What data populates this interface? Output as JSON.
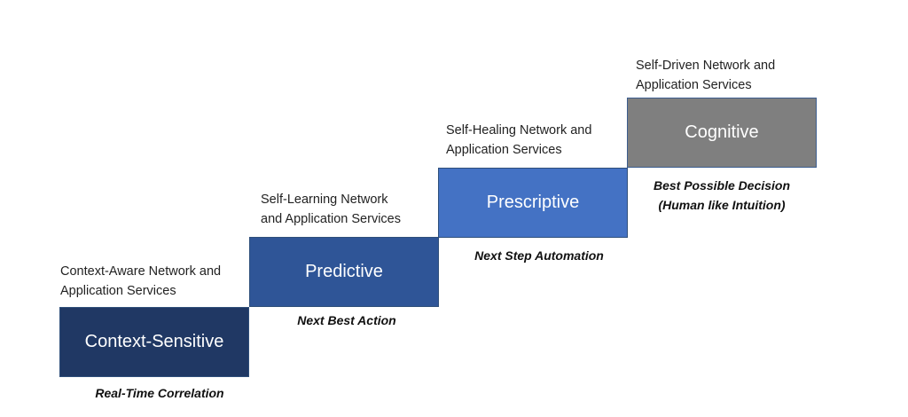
{
  "steps": [
    {
      "label": "Context-Sensitive",
      "caption_line1": "Context-Aware Network and",
      "caption_line2": "Application Services",
      "sublabel_line1": "Real-Time Correlation",
      "sublabel_line2": "",
      "color": "#203864"
    },
    {
      "label": "Predictive",
      "caption_line1": "Self-Learning Network",
      "caption_line2": "and Application Services",
      "sublabel_line1": "Next Best Action",
      "sublabel_line2": "",
      "color": "#2f5597"
    },
    {
      "label": "Prescriptive",
      "caption_line1": "Self-Healing Network and",
      "caption_line2": "Application Services",
      "sublabel_line1": "Next Step Automation",
      "sublabel_line2": "",
      "color": "#4472c4"
    },
    {
      "label": "Cognitive",
      "caption_line1": "Self-Driven Network and",
      "caption_line2": "Application Services",
      "sublabel_line1": "Best Possible Decision",
      "sublabel_line2": "(Human like Intuition)",
      "color": "#7f7f7f"
    }
  ]
}
